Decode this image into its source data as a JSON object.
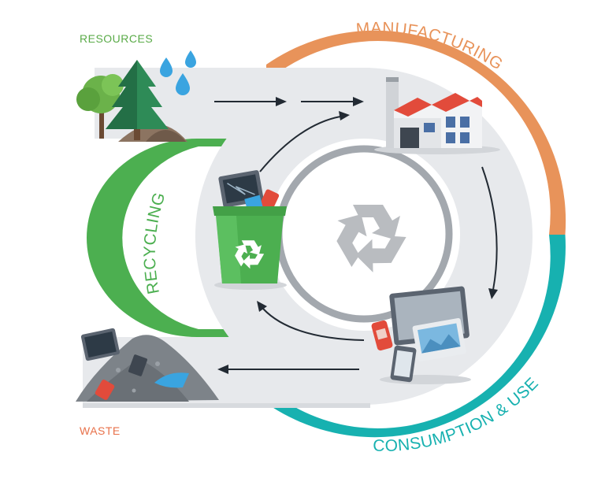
{
  "labels": {
    "resources": "RESOURCES",
    "manufacturing": "MANUFACTURING",
    "consumption": "CONSUMPTION & USE",
    "recycling": "RECYCLING",
    "waste": "WASTE"
  },
  "colors": {
    "resources": "#5aab48",
    "manufacturing": "#e8935a",
    "consumption": "#17b1b0",
    "recycling": "#4caf50",
    "waste": "#e8714a",
    "track": "#e7e9ec",
    "arrow": "#222a33",
    "center_symbol": "#b9bcc0"
  },
  "icons": {
    "resources": "trees-water-drops-icon",
    "manufacturing": "factory-icon",
    "consumption": "devices-icon",
    "recycling": "recycle-bin-icon",
    "waste": "waste-pile-icon",
    "center": "recycle-symbol-icon"
  }
}
